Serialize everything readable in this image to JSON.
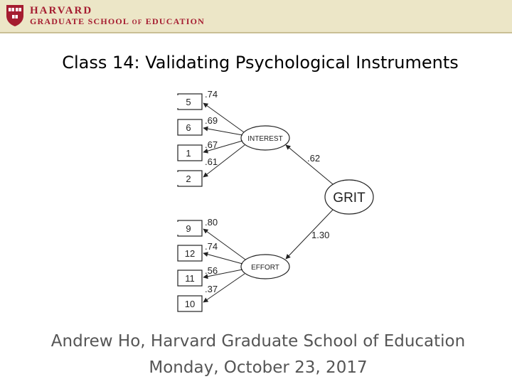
{
  "header": {
    "institution": "HARVARD",
    "school_main": "GRADUATE SCHOOL ",
    "school_of": "OF",
    "school_end": " EDUCATION"
  },
  "slide": {
    "title": "Class 14: Validating Psychological Instruments",
    "author": "Andrew Ho, Harvard Graduate School of Education",
    "date": "Monday, October 23, 2017"
  },
  "diagram": {
    "factors": [
      {
        "label": "INTEREST"
      },
      {
        "label": "EFFORT"
      },
      {
        "label": "GRIT"
      }
    ],
    "interest_items": [
      {
        "item": "5",
        "loading": ".74"
      },
      {
        "item": "6",
        "loading": ".69"
      },
      {
        "item": "1",
        "loading": ".67"
      },
      {
        "item": "2",
        "loading": ".61"
      }
    ],
    "effort_items": [
      {
        "item": "9",
        "loading": ".80"
      },
      {
        "item": "12",
        "loading": ".74"
      },
      {
        "item": "11",
        "loading": ".56"
      },
      {
        "item": "10",
        "loading": ".37"
      }
    ],
    "grit_paths": [
      {
        "to": "INTEREST",
        "loading": ".62"
      },
      {
        "to": "EFFORT",
        "loading": "1.30"
      }
    ]
  }
}
